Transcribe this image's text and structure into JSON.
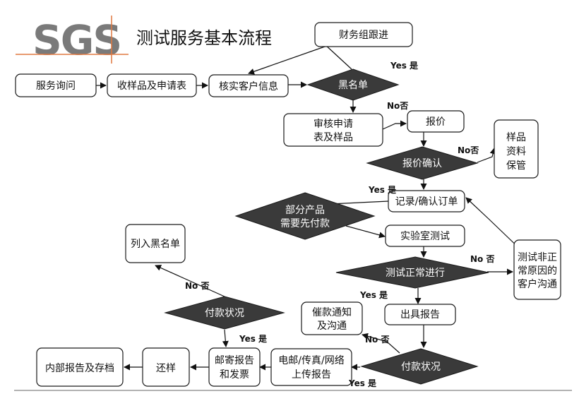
{
  "header": {
    "logo_text": "SGS",
    "title": "测试服务基本流程"
  },
  "colors": {
    "diamond_fill": "#3a3a3a",
    "logo_gray": "#7a7a7a",
    "logo_line": "#e07840",
    "border": "#1a1a1a"
  },
  "nodes": {
    "inquiry": "服务询问",
    "receive_sample": "收样品及申请表",
    "verify_client": "核实客户信息",
    "finance_follow": "财务组跟进",
    "blacklist_check": "黑名单",
    "review_app": [
      "审核申请",
      "表及样品"
    ],
    "quote": "报价",
    "quote_confirm": "报价确认",
    "sample_keep": [
      "样品",
      "资料",
      "保管"
    ],
    "record_order": "记录/确认订单",
    "prepay": [
      "部分产品",
      "需要先付款"
    ],
    "lab_test": "实验室测试",
    "test_normal": "测试正常进行",
    "abnormal_comm": [
      "测试非正",
      "常原因的",
      "客户沟通"
    ],
    "add_blacklist": "列入黑名单",
    "payment_status_1": "付款状况",
    "urge_pay": [
      "催款通知",
      "及沟通"
    ],
    "issue_report": "出具报告",
    "payment_status_2": "付款状况",
    "email_upload": [
      "电邮/传真/网络",
      "上传报告"
    ],
    "mail_report": [
      "邮寄报告",
      "和发票"
    ],
    "return_sample": "还样",
    "archive": "内部报告及存档"
  },
  "labels": {
    "yes": "Yes 是",
    "no": "No否",
    "no_space": "No 否"
  }
}
